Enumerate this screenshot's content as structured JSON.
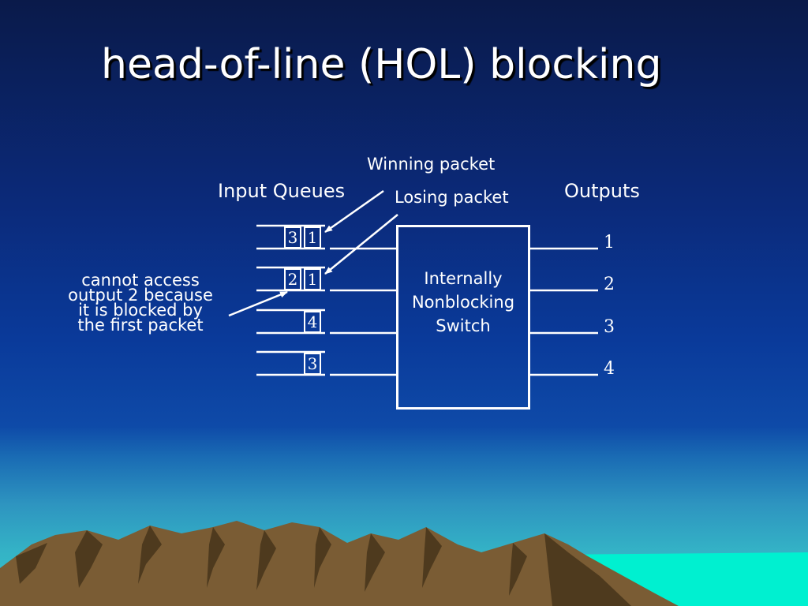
{
  "title": "head-of-line (HOL) blocking",
  "labels": {
    "input_queues": "Input Queues",
    "outputs": "Outputs",
    "winning_packet": "Winning packet",
    "losing_packet": "Losing packet",
    "switch_line1": "Internally",
    "switch_line2": "Nonblocking",
    "switch_line3": "Switch"
  },
  "note": {
    "line1": "cannot access",
    "line2": "output 2 because",
    "line3": "it is blocked by",
    "line4": "the first packet"
  },
  "queues": [
    {
      "cells": [
        "3",
        "1"
      ]
    },
    {
      "cells": [
        "2",
        "1"
      ]
    },
    {
      "cells": [
        "4"
      ]
    },
    {
      "cells": [
        "3"
      ]
    }
  ],
  "outputs": [
    "1",
    "2",
    "3",
    "4"
  ],
  "colors": {
    "text": "#ffffff",
    "mountain": "#7a5c34",
    "mountain_shadow": "#4e3a1e",
    "sea": "#00f0d0"
  }
}
